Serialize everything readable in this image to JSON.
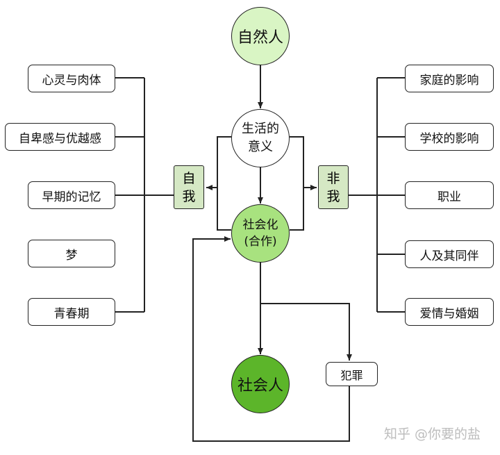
{
  "nodes": {
    "natural_person": "自然人",
    "meaning_of_life_line1": "生活的",
    "meaning_of_life_line2": "意义",
    "self_char1": "自",
    "self_char2": "我",
    "non_self_char1": "非",
    "non_self_char2": "我",
    "socialization_line1": "社会化",
    "socialization_line2": "(合作)",
    "social_person": "社会人",
    "crime": "犯罪"
  },
  "left_items": [
    "心灵与肉体",
    "自卑感与优越感",
    "早期的记忆",
    "梦",
    "青春期"
  ],
  "right_items": [
    "家庭的影响",
    "学校的影响",
    "职业",
    "人及其同伴",
    "爱情与婚姻"
  ],
  "watermark": "知乎 @你要的盐",
  "colors": {
    "light_green": "#d9f5c4",
    "mid_green": "#a8e27f",
    "dark_green": "#5cb52a",
    "box_green": "#d5e8c4",
    "stroke": "#222222"
  }
}
